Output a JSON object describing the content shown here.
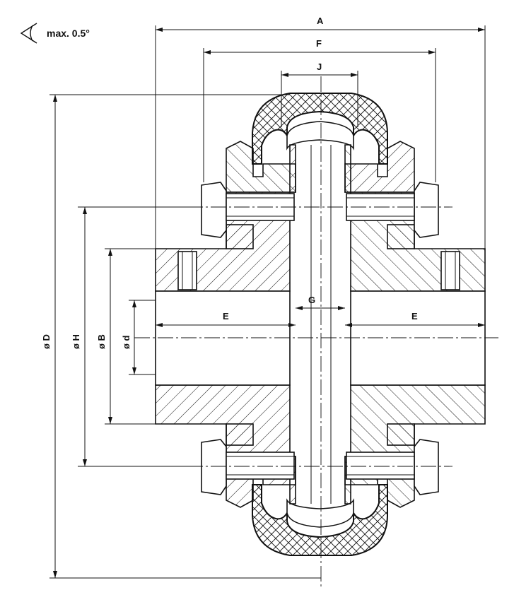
{
  "angle_note": "max. 0.5°",
  "dimensions": {
    "A": "A",
    "F": "F",
    "J": "J",
    "G": "G",
    "E_left": "E",
    "E_right": "E",
    "D": "ø D",
    "H": "ø H",
    "B": "ø B",
    "d": "ø d"
  }
}
